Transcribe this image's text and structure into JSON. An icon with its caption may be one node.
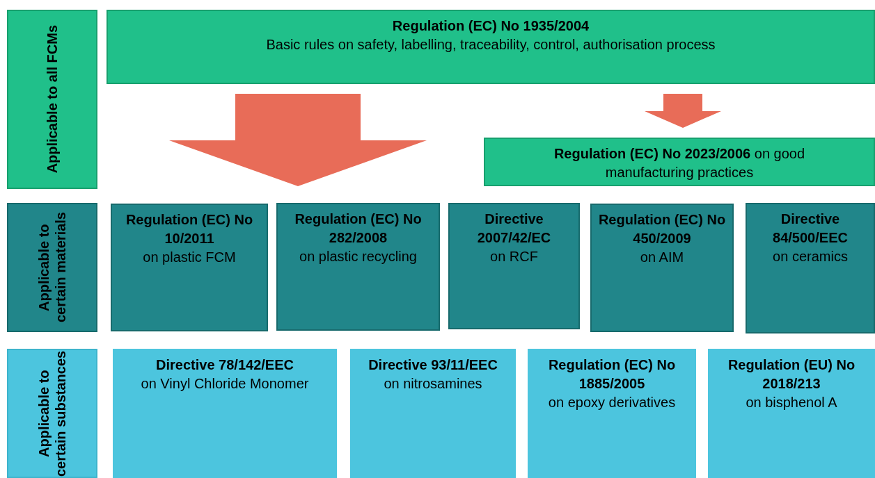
{
  "diagram": {
    "nodes": [
      {
        "text": [
          "Applicable to all FCMs"
        ]
      },
      {
        "text": [
          "Regulation (EC) No 1935/2004",
          "Basic rules on safety, labelling, traceability, control, authorisation process"
        ]
      },
      {
        "text": [
          "**Regulation (EC) No 2023/2006** on good manufacturing practices"
        ]
      },
      {
        "text": [
          "Applicable to certain materials"
        ]
      },
      {
        "text": [
          "Regulation (EC) No 10/2011",
          "on plastic FCM"
        ]
      },
      {
        "text": [
          "Regulation (EC) No 282/2008",
          "on plastic recycling"
        ]
      },
      {
        "text": [
          "Directive 2007/42/EC",
          "on RCF"
        ]
      },
      {
        "text": [
          "Regulation (EC) No 450/2009",
          "on AIM"
        ]
      },
      {
        "text": [
          "Directive 84/500/EEC",
          "on ceramics"
        ]
      },
      {
        "text": [
          "Applicable to certain substances"
        ]
      },
      {
        "text": [
          "Directive 78/142/EEC",
          "on Vinyl Chloride Monomer"
        ]
      },
      {
        "text": [
          "Directive 93/11/EEC",
          "on nitrosamines"
        ]
      },
      {
        "text": [
          "Regulation (EC) No 1885/2005",
          "on epoxy derivatives"
        ]
      },
      {
        "text": [
          "Regulation (EU) No 2018/213",
          "on bisphenol A"
        ]
      }
    ],
    "edges": [
      {
        "from": 1,
        "to": null,
        "arrow": "to"
      },
      {
        "from": 1,
        "to": 2,
        "arrow": "to"
      }
    ]
  }
}
